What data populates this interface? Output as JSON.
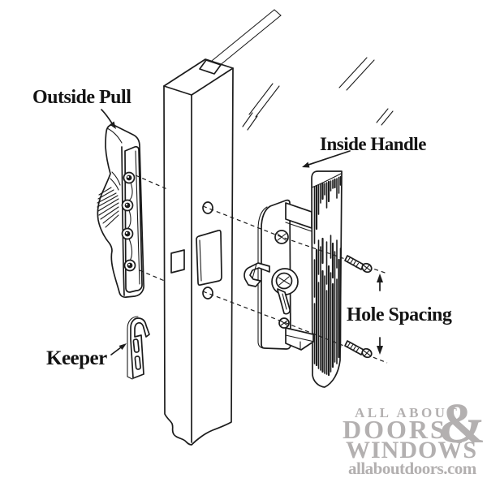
{
  "diagram": {
    "labels": {
      "outside_pull": "Outside Pull",
      "inside_handle": "Inside Handle",
      "keeper": "Keeper",
      "hole_spacing": "Hole Spacing"
    },
    "colors": {
      "line": "#1c1c1c",
      "watermark": "#b3b0b0",
      "background": "#ffffff"
    }
  },
  "watermark": {
    "line1": "ALL ABOUT",
    "line2": "DOORS",
    "ampersand": "&",
    "line3": "WINDOWS",
    "url": "allaboutdoors.com"
  }
}
